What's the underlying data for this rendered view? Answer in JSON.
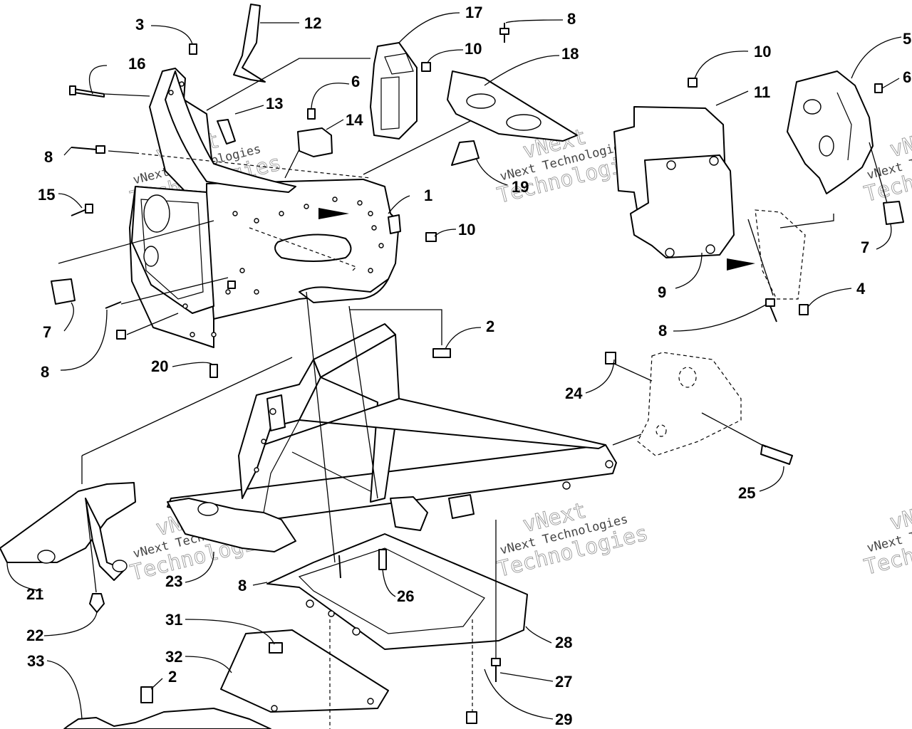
{
  "watermark": {
    "line1": "vNext",
    "line2": "vNext Technologies",
    "line3": "Technologies"
  },
  "callouts": [
    {
      "id": "c1",
      "label": "1"
    },
    {
      "id": "c2a",
      "label": "2"
    },
    {
      "id": "c2b",
      "label": "2"
    },
    {
      "id": "c3",
      "label": "3"
    },
    {
      "id": "c4",
      "label": "4"
    },
    {
      "id": "c5",
      "label": "5"
    },
    {
      "id": "c6a",
      "label": "6"
    },
    {
      "id": "c6b",
      "label": "6"
    },
    {
      "id": "c7a",
      "label": "7"
    },
    {
      "id": "c7b",
      "label": "7"
    },
    {
      "id": "c8a",
      "label": "8"
    },
    {
      "id": "c8b",
      "label": "8"
    },
    {
      "id": "c8c",
      "label": "8"
    },
    {
      "id": "c8d",
      "label": "8"
    },
    {
      "id": "c8e",
      "label": "8"
    },
    {
      "id": "c9",
      "label": "9"
    },
    {
      "id": "c10a",
      "label": "10"
    },
    {
      "id": "c10b",
      "label": "10"
    },
    {
      "id": "c10c",
      "label": "10"
    },
    {
      "id": "c11",
      "label": "11"
    },
    {
      "id": "c12",
      "label": "12"
    },
    {
      "id": "c13",
      "label": "13"
    },
    {
      "id": "c14",
      "label": "14"
    },
    {
      "id": "c15",
      "label": "15"
    },
    {
      "id": "c16",
      "label": "16"
    },
    {
      "id": "c17",
      "label": "17"
    },
    {
      "id": "c18",
      "label": "18"
    },
    {
      "id": "c19",
      "label": "19"
    },
    {
      "id": "c20",
      "label": "20"
    },
    {
      "id": "c21",
      "label": "21"
    },
    {
      "id": "c22",
      "label": "22"
    },
    {
      "id": "c23",
      "label": "23"
    },
    {
      "id": "c24",
      "label": "24"
    },
    {
      "id": "c25",
      "label": "25"
    },
    {
      "id": "c26",
      "label": "26"
    },
    {
      "id": "c27",
      "label": "27"
    },
    {
      "id": "c28",
      "label": "28"
    },
    {
      "id": "c29",
      "label": "29"
    },
    {
      "id": "c31",
      "label": "31"
    },
    {
      "id": "c32",
      "label": "32"
    },
    {
      "id": "c33",
      "label": "33"
    }
  ]
}
